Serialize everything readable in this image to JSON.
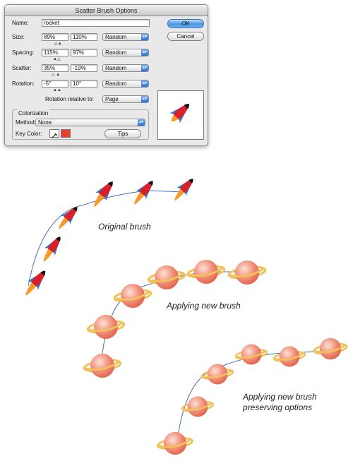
{
  "dialog": {
    "title": "Scatter Brush Options",
    "name_label": "Name:",
    "name_value": "rocket",
    "size": {
      "label": "Size:",
      "min": "89%",
      "max": "110%",
      "method": "Random"
    },
    "spacing": {
      "label": "Spacing:",
      "min": "115%",
      "max": "97%",
      "method": "Random"
    },
    "scatter": {
      "label": "Scatter:",
      "min": "35%",
      "max": "-19%",
      "method": "Random"
    },
    "rotation": {
      "label": "Rotation:",
      "min": "-5°",
      "max": "10°",
      "method": "Random"
    },
    "rotation_relative_label": "Rotation relative to:",
    "rotation_relative_value": "Page",
    "ok_label": "OK",
    "cancel_label": "Cancel",
    "colorization": {
      "group_label": "Colorization",
      "method_label": "Method:",
      "method_value": "None",
      "key_color_label": "Key Color:",
      "key_color": "#e8402c",
      "tips_label": "Tips"
    }
  },
  "captions": {
    "original": "Original brush",
    "applying": "Applying new brush",
    "preserving_line1": "Applying new brush",
    "preserving_line2": "preserving options"
  },
  "colors": {
    "rocket_body": "#d8202a",
    "rocket_fin": "#2f78c4",
    "flame": "#f49a2a",
    "planet": "#f2907a",
    "ring": "#f0c35a",
    "path": "#4a6fb0"
  }
}
